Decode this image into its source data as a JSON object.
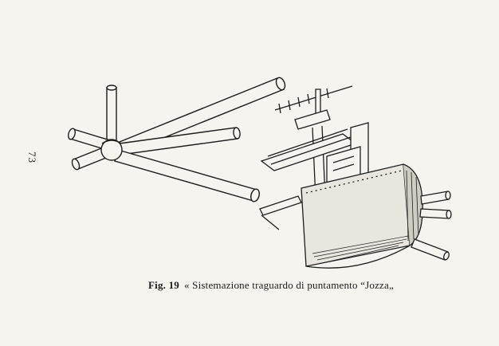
{
  "page": {
    "number": "73",
    "caption": {
      "label": "Fig. 19",
      "text": "« Sistemazione traguardo di puntamento “Jozza„"
    }
  },
  "colors": {
    "paper": "#f6f4ef",
    "ink": "#1d1d1d"
  }
}
